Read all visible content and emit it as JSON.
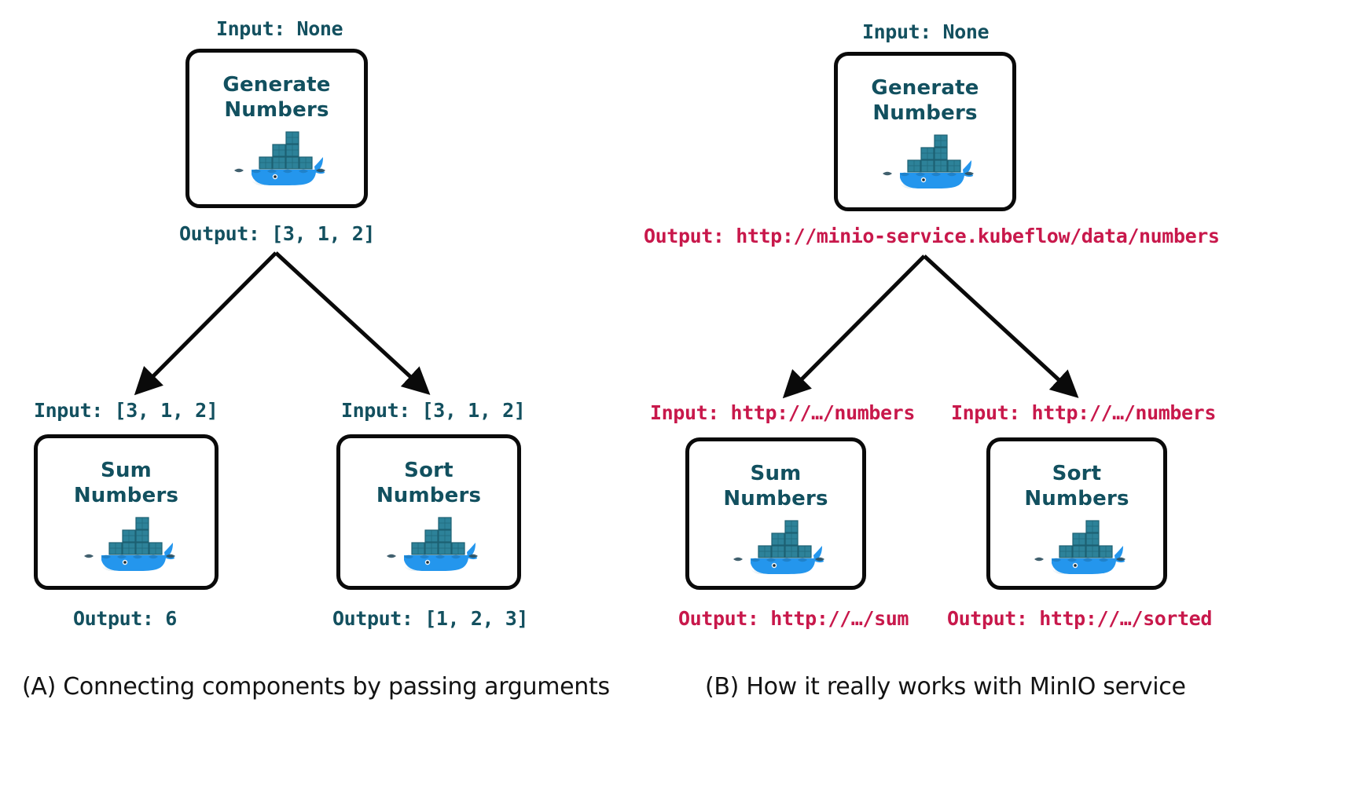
{
  "figure": {
    "background": "#ffffff",
    "teal": "#13505F",
    "crimson": "#C8184B",
    "stroke": "#0a0a0a",
    "docker_blue": "#2496ED",
    "docker_container": "#2a7f96"
  },
  "panels": [
    {
      "id": "A",
      "caption": "(A) Connecting components by passing arguments",
      "nodes": [
        {
          "key": "generate",
          "title": "Generate\nNumbers",
          "icon": "docker-whale-icon",
          "input_label": "Input: None",
          "output_label": "Output: [3, 1, 2]",
          "input_color": "teal",
          "output_color": "teal"
        },
        {
          "key": "sum",
          "title": "Sum\nNumbers",
          "icon": "docker-whale-icon",
          "input_label": "Input: [3, 1, 2]",
          "output_label": "Output: 6",
          "input_color": "teal",
          "output_color": "teal"
        },
        {
          "key": "sort",
          "title": "Sort\nNumbers",
          "icon": "docker-whale-icon",
          "input_label": "Input: [3, 1, 2]",
          "output_label": "Output: [1, 2, 3]",
          "input_color": "teal",
          "output_color": "teal"
        }
      ],
      "edges": [
        {
          "from": "generate",
          "to": "sum"
        },
        {
          "from": "generate",
          "to": "sort"
        }
      ]
    },
    {
      "id": "B",
      "caption": "(B) How it really works with MinIO service",
      "nodes": [
        {
          "key": "generate",
          "title": "Generate\nNumbers",
          "icon": "docker-whale-icon",
          "input_label": "Input: None",
          "output_label": "Output: http://minio-service.kubeflow/data/numbers",
          "input_color": "teal",
          "output_color": "crimson"
        },
        {
          "key": "sum",
          "title": "Sum\nNumbers",
          "icon": "docker-whale-icon",
          "input_label": "Input: http://…/numbers",
          "output_label": "Output: http://…/sum",
          "input_color": "crimson",
          "output_color": "crimson"
        },
        {
          "key": "sort",
          "title": "Sort\nNumbers",
          "icon": "docker-whale-icon",
          "input_label": "Input: http://…/numbers",
          "output_label": "Output: http://…/sorted",
          "input_color": "crimson",
          "output_color": "crimson"
        }
      ],
      "edges": [
        {
          "from": "generate",
          "to": "sum"
        },
        {
          "from": "generate",
          "to": "sort"
        }
      ]
    }
  ]
}
